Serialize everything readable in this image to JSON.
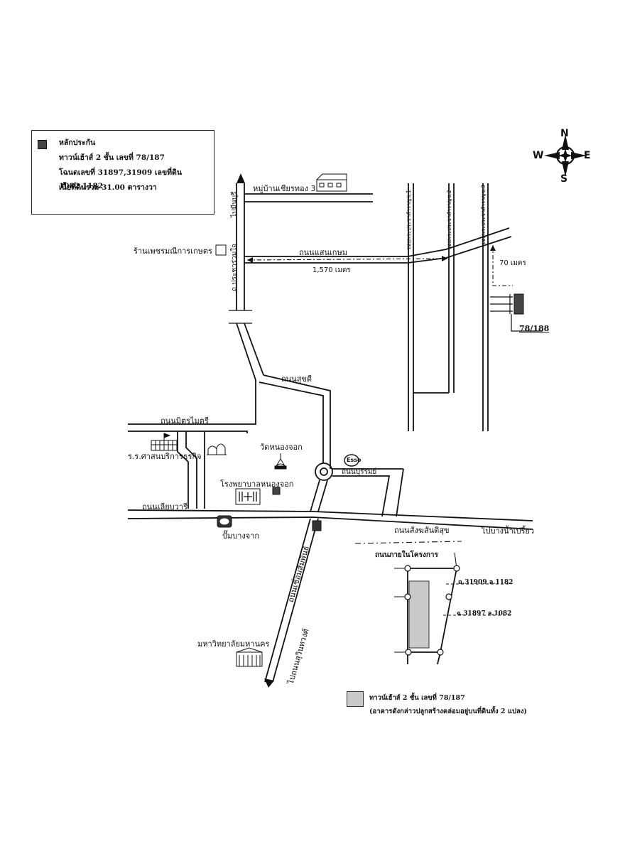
{
  "legend": {
    "title": "หลักประกัน",
    "line1": "ทาวน์เฮ้าส์ 2 ชั้น เลขที่ 78/187",
    "line2": "โฉนดเลขที่ 31897,31909 เลขที่ดิน 1082,1182",
    "line3": "เนื้อที่ดินรวม 31.00 ตารางวา"
  },
  "compass": {
    "n": "N",
    "s": "S",
    "e": "E",
    "w": "W"
  },
  "places": {
    "village": "หมู่บ้านเชียรทอง 3",
    "shop": "ร้านเพชรมณีการเกษตร",
    "school": "ร.ร.ศาสนบริการธุรกิจ",
    "temple": "วัดหนองจอก",
    "hospital": "โรงพยาบาลหนองจอก",
    "gas_station": "ปั๊มบางจาก",
    "esso": "Esso",
    "university": "มหาวิทยาลัยมหานคร"
  },
  "roads": {
    "saen_kasem": "ถนนแสนเกษม",
    "distance_1570": "1,570 เมตร",
    "distance_70": "70 เมตร",
    "sukkhadi": "ถนนสุขดี",
    "mittraimaitri": "ถนนมิตรไมตรี",
    "liap_wari": "ถนนเลียบวารี",
    "sangkhom": "ถนนสังฆสันติสุข",
    "to_lam_pla_thio": "ไปบางน้ำเปรี้ยว",
    "buraphat": "ถนนบุรีรมย์",
    "chueam_samphan": "ถนนเชื่อมสัมพันธ์",
    "to_suwinthawong": "ไปถนนสุวินทวงศ์",
    "to_mitrmaitri_north": "ไปมีนบุรี",
    "soi_north_road": "ถ.ประชาร่วมใจ",
    "soi_1": "ซอยพระประชาสำราญซ.1",
    "soi_2": "ซอยพระประชาสำราญซ.2",
    "soi_3": "ซอยพระประชาสำราญซ.3",
    "house_number": "78/188",
    "internal_road": "ถนนภายในโครงการ",
    "plot_a": "ฉ.31909 ล.1182",
    "plot_b": "ฉ.31897 ล.1082"
  },
  "unit_legend": {
    "line1": "ทาวน์เฮ้าส์ 2 ชั้น เลขที่ 78/187",
    "line2": "(อาคารดังกล่าวปลูกสร้างคล่อมอยู่บนที่ดินทั้ง 2 แปลง)"
  },
  "colors": {
    "ink": "#111111",
    "hatch": "#444444",
    "unit_fill": "#c9c9c9"
  }
}
